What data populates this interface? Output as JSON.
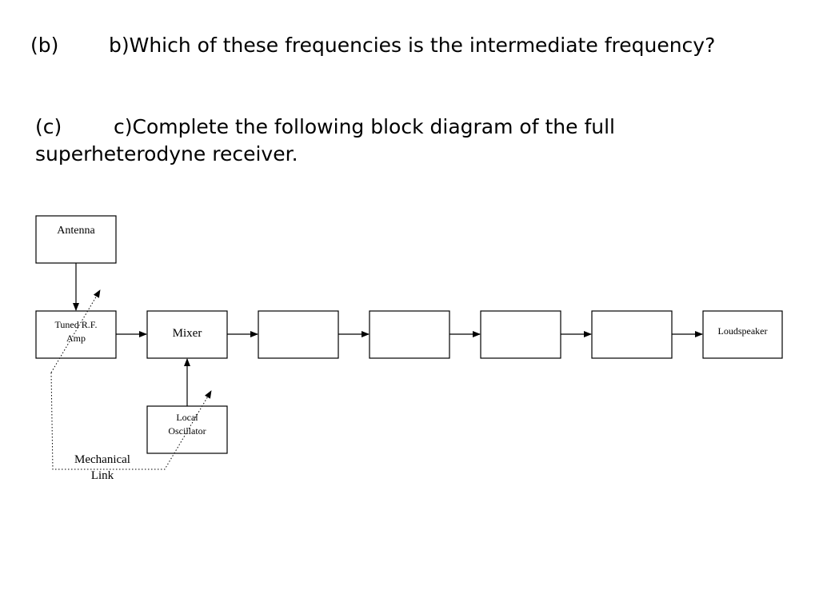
{
  "questions": {
    "b": {
      "letter": "(b)",
      "text": "b)Which of these frequencies is the intermediate frequency?"
    },
    "c": {
      "letter": "(c)",
      "line1": "c)Complete the following block diagram of the full",
      "line2": "superheterodyne receiver."
    }
  },
  "diagram": {
    "blocks": {
      "antenna": "Antenna",
      "rf_amp_line1": "Tuned R.F.",
      "rf_amp_line2": "Amp",
      "mixer": "Mixer",
      "local_osc_line1": "Local",
      "local_osc_line2": "Oscillator",
      "loudspeaker": "Loudspeaker"
    },
    "mechanical_link_line1": "Mechanical",
    "mechanical_link_line2": "Link"
  }
}
